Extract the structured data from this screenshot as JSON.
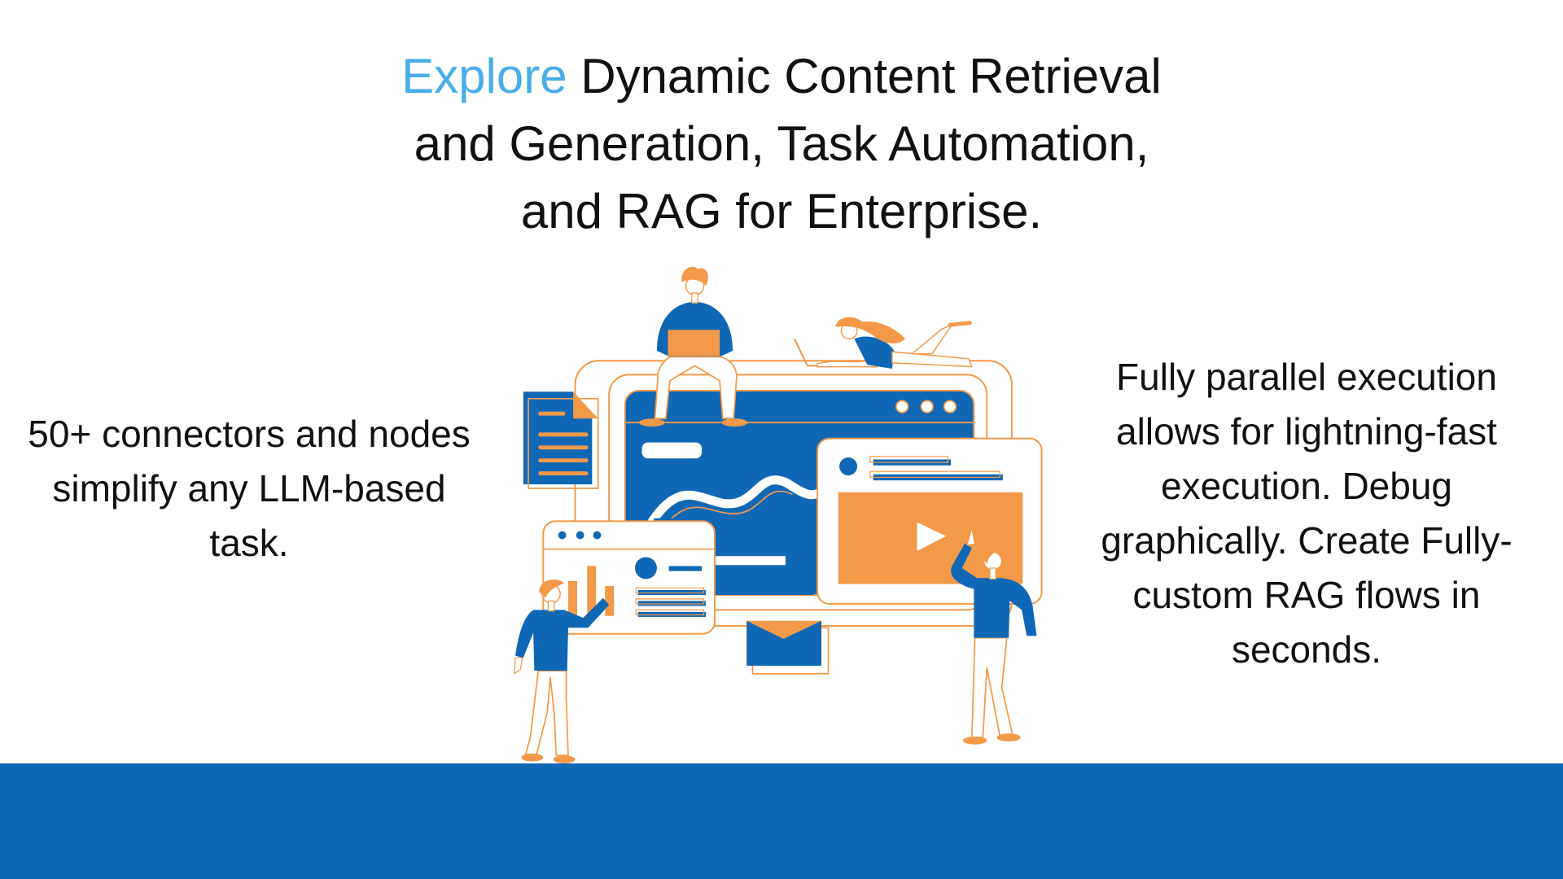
{
  "heading": {
    "accent_word": "Explore",
    "line1_rest": "Dynamic Content Retrieval",
    "line2": "and Generation, Task Automation,",
    "line3": "and RAG for Enterprise."
  },
  "left_text": {
    "line1": "50+ connectors and nodes",
    "line2": "simplify any LLM-based",
    "line3": "task."
  },
  "right_text": {
    "line1": "Fully parallel execution",
    "line2": "allows for lightning-fast",
    "line3": "execution. Debug",
    "line4": "graphically. Create Fully-",
    "line5": "custom RAG flows in",
    "line6": "seconds."
  },
  "colors": {
    "accent": "#4aaee8",
    "brand_blue": "#1068b5",
    "orange": "#f2994a"
  }
}
